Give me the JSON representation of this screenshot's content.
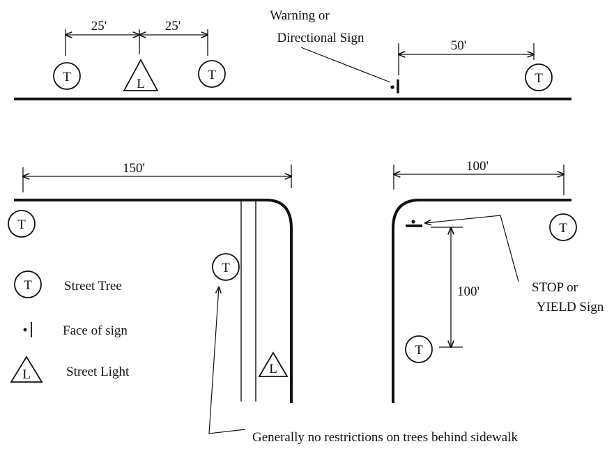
{
  "colors": {
    "ink": "#111111",
    "background": "#ffffff"
  },
  "symbols": {
    "tree": "T",
    "light": "L"
  },
  "top_row": {
    "dim_25_left": "25'",
    "dim_25_right": "25'",
    "dim_50": "50'",
    "sign_label_line1": "Warning or",
    "sign_label_line2": "Directional Sign"
  },
  "bottom_left": {
    "dim_150": "150'"
  },
  "bottom_right": {
    "dim_100_horizontal": "100'",
    "dim_100_vertical": "100'",
    "stop_label_line1": "STOP or",
    "stop_label_line2": "YIELD Sign"
  },
  "legend": {
    "tree_label": "Street Tree",
    "sign_label": "Face of sign",
    "light_label": "Street Light"
  },
  "note": "Generally no restrictions on trees behind sidewalk"
}
